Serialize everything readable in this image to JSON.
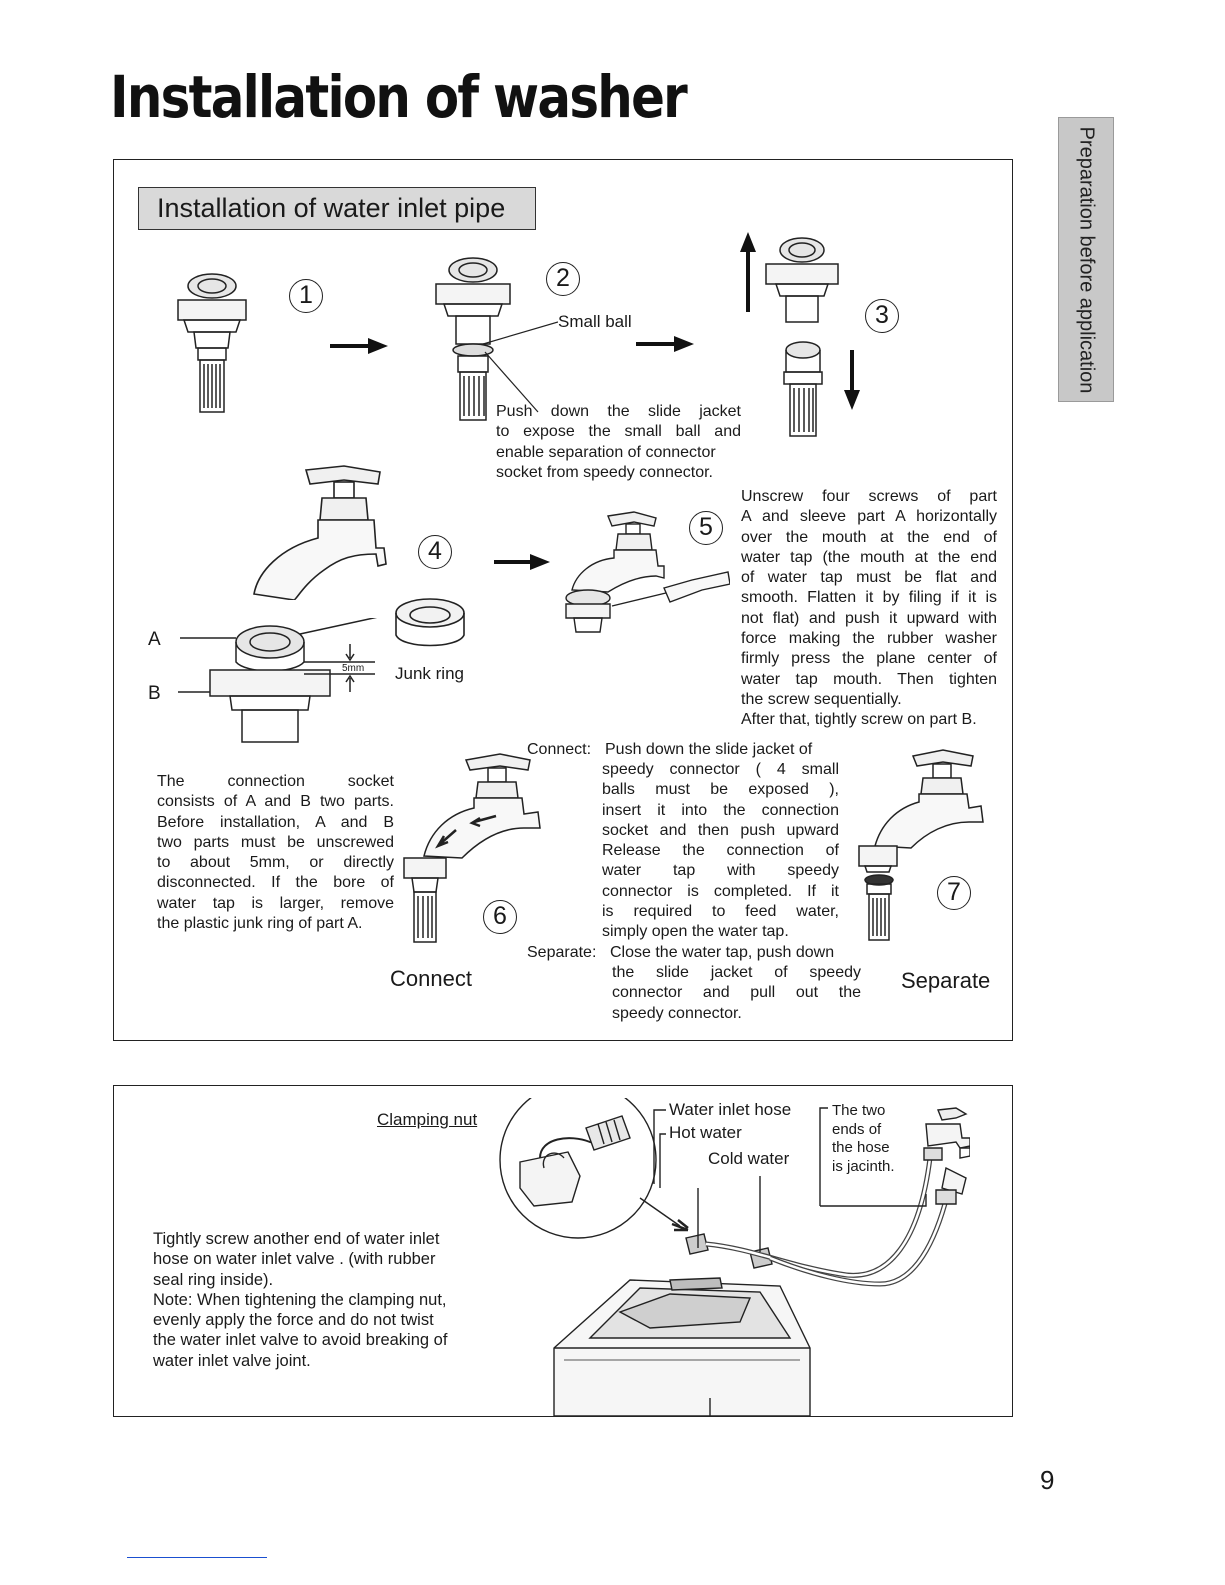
{
  "page": {
    "title": "Installation of washer",
    "side_tab": "Preparation before application",
    "page_number": "9"
  },
  "inlet_pipe": {
    "heading": "Installation of water inlet pipe",
    "step_numbers": [
      "1",
      "2",
      "3",
      "4",
      "5",
      "6",
      "7"
    ],
    "small_ball_label": "Small ball",
    "push_down_text": [
      "Push down the slide jacket",
      "to expose the small ball and",
      "enable separation of connector",
      "socket from speedy connector."
    ],
    "part_a": "A",
    "part_b": "B",
    "gap_label": "5mm",
    "junk_ring_label": "Junk ring",
    "unscrew_text": [
      "Unscrew four screws of part",
      "A and sleeve part A horizontally",
      "over the mouth at the end of",
      "water tap (the mouth at the end",
      "of water tap must be flat and",
      "smooth. Flatten it by filing if it is",
      "not flat) and push it upward with",
      "force making the rubber washer",
      "firmly press the plane center of",
      "water tap mouth. Then tighten",
      "the screw sequentially.",
      "After that, tightly screw on part B."
    ],
    "socket_text": [
      "The connection socket",
      "consists of A and B two parts.",
      "Before installation, A and B",
      "two parts must be unscrewed",
      "to about 5mm, or directly",
      "disconnected. If the bore of",
      "water tap is larger, remove",
      "the plastic junk ring of part A."
    ],
    "connect_lead": "Connect:",
    "connect_text": [
      "Push down the slide jacket of",
      "speedy connector ( 4 small",
      "balls must be exposed ),",
      "insert it into the connection",
      "socket and then push upward",
      "Release the connection of",
      "water tap with speedy",
      "connector is completed. If it",
      "is required to feed water,",
      "simply open the water tap."
    ],
    "separate_lead": "Separate:",
    "separate_text": [
      "Close the water tap, push down",
      "the slide jacket of speedy",
      "connector and pull out the",
      "speedy connector."
    ],
    "connect_caption": "Connect",
    "separate_caption": "Separate"
  },
  "hose": {
    "clamping_nut": "Clamping nut",
    "water_inlet_hose": "Water inlet hose",
    "hot_water": "Hot water",
    "cold_water": "Cold water",
    "jacinth_note": [
      "The two",
      "ends of",
      "the hose",
      "is jacinth."
    ],
    "instruction": [
      "Tightly screw another end of water inlet",
      "hose on water inlet valve . (with rubber",
      "seal ring inside).",
      "Note: When tightening the clamping nut,",
      "evenly apply the force and do not twist",
      "the water inlet valve to avoid breaking of",
      "water inlet valve joint."
    ]
  }
}
